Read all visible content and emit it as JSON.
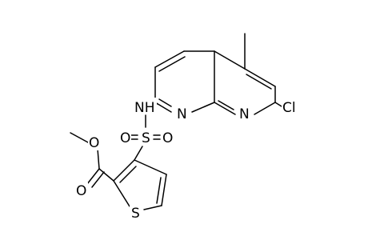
{
  "structure": {
    "atoms": {
      "NH": "NH",
      "S_sulfonyl": "S",
      "O_sulfonyl_left": "O",
      "O_sulfonyl_right": "O",
      "N_naphthyridine_1": "N",
      "N_naphthyridine_8": "N",
      "Cl": "Cl",
      "O_ester_ether": "O",
      "O_ester_carbonyl": "O",
      "S_thiophene": "S"
    }
  },
  "colors": {
    "bond": "#000000",
    "label": "#000000",
    "background": "#ffffff"
  }
}
